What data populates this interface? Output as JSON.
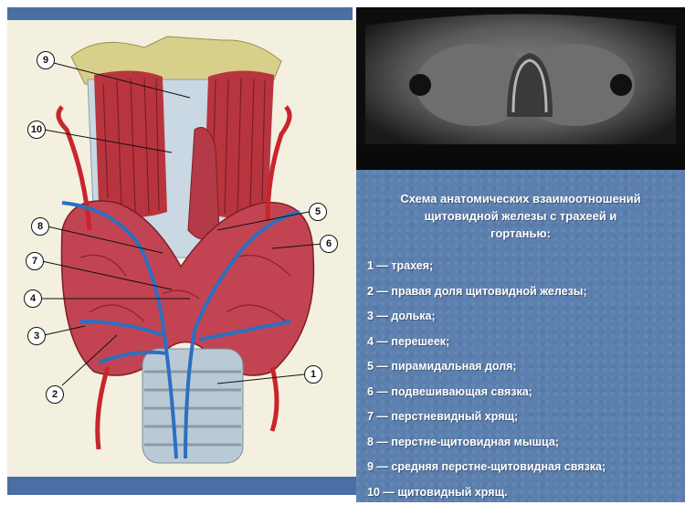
{
  "panel": {
    "title_lines": [
      "Схема анатомических взаимоотношений",
      "щитовидной железы с трахеей и",
      "гортанью:"
    ],
    "legend": [
      "1 — трахея;",
      "2 — правая доля щитовидной железы;",
      "3 — долька;",
      "4 — перешеек;",
      "5 — пирамидальная доля;",
      "6 — подвешивающая связка;",
      "7 — перстневидный хрящ;",
      "8 — перстне-щитовидная мышца;",
      "9 — средняя перстне-щитовидная связка;",
      "10 — щитовидный хрящ."
    ]
  },
  "callouts": [
    "1",
    "2",
    "3",
    "4",
    "5",
    "6",
    "7",
    "8",
    "9",
    "10"
  ],
  "colors": {
    "slide_bar": "#4a6fa5",
    "panel_bg": "#5b7fae",
    "illustration_bg": "#f3f0df",
    "muscle": "#b8353f",
    "gland": "#c24452",
    "vein": "#2d6fc0",
    "artery": "#c8252c",
    "cartilage": "#b9c9d6"
  }
}
